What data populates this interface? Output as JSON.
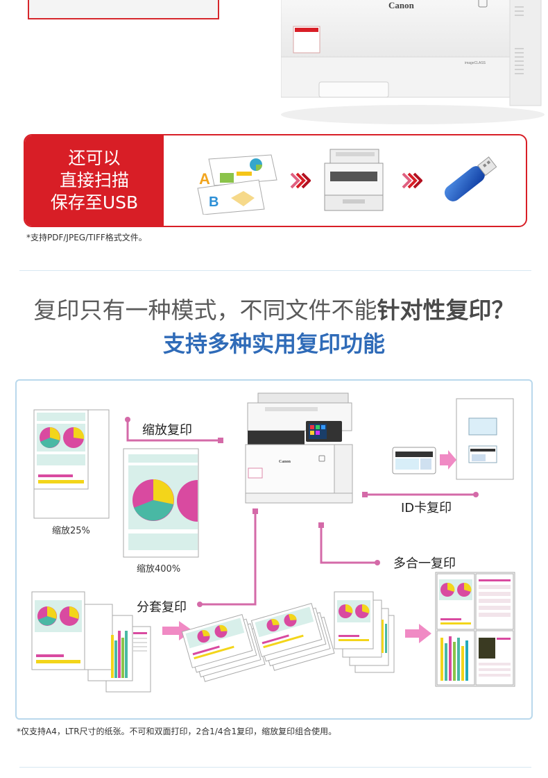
{
  "banner": {
    "lines": [
      "还可以",
      "直接扫描",
      "保存至USB"
    ],
    "note": "*支持PDF/JPEG/TIFF格式文件。",
    "brand": "Canon",
    "model": "imageCLASS"
  },
  "section": {
    "title_plain": "复印只有一种模式，不同文件不能",
    "title_bold": "针对性复印？",
    "subtitle": "支持多种实用复印功能"
  },
  "features": {
    "zoom_copy": "缩放复印",
    "zoom_25": "缩放25%",
    "zoom_400": "缩放400%",
    "id_copy": "ID卡复印",
    "multi_copy": "多合一复印",
    "collate_copy": "分套复印",
    "printer_brand": "Canon"
  },
  "footnote": "*仅支持A4，LTR尺寸的纸张。不可和双面打印，2合1/4合1复印，缩放复印组合使用。",
  "colors": {
    "red": "#d81e26",
    "blue": "#2f6bb8",
    "pink": "#d46aa8",
    "box_border": "#b9d8ec"
  }
}
